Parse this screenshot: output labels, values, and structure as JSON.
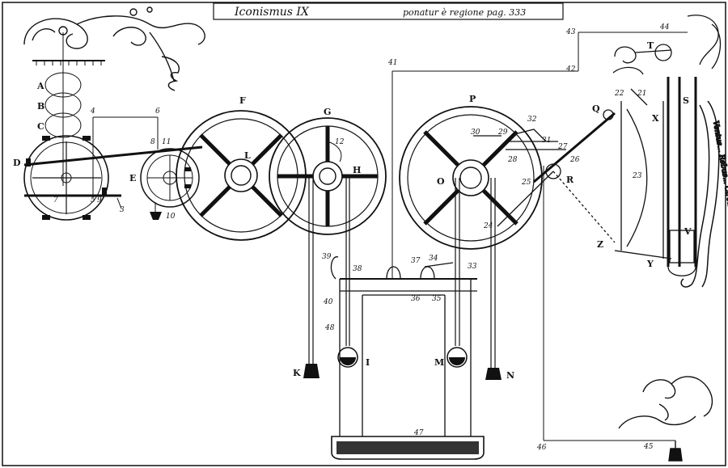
{
  "plate": {
    "title": "Iconismus IX",
    "caption": "ponatur è regione pag. 333"
  },
  "scroll_text": "Ventus... Rebus... Circulat...",
  "letters": [
    "A",
    "B",
    "C",
    "D",
    "E",
    "F",
    "G",
    "H",
    "I",
    "K",
    "L",
    "M",
    "N",
    "O",
    "P",
    "Q",
    "R",
    "S",
    "T",
    "V",
    "X",
    "Y",
    "Z"
  ],
  "numbers": [
    "3",
    "4",
    "5",
    "6",
    "7",
    "8",
    "9",
    "10",
    "11",
    "12",
    "21",
    "22",
    "23",
    "24",
    "25",
    "26",
    "27",
    "28",
    "29",
    "30",
    "31",
    "32",
    "33",
    "34",
    "35",
    "36",
    "37",
    "38",
    "39",
    "40",
    "41",
    "42",
    "43",
    "44",
    "45",
    "46",
    "47",
    "48"
  ]
}
